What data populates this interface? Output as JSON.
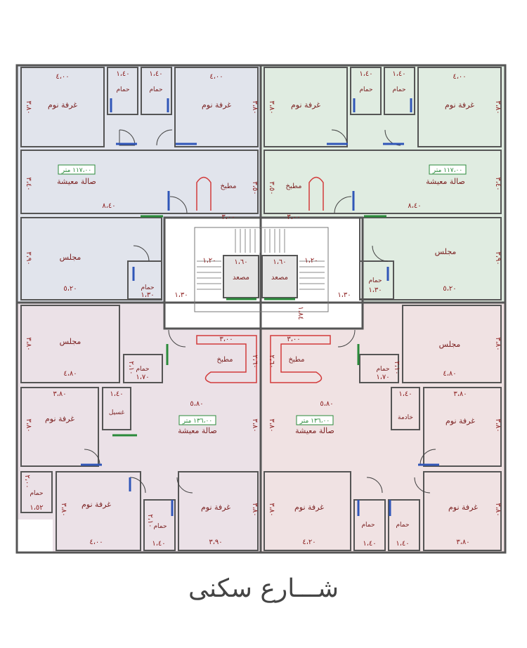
{
  "colors": {
    "top_left_fill": "#e1e4ec",
    "top_right_fill": "#e0ece1",
    "bottom_left_fill": "#ebe1e7",
    "bottom_right_fill": "#f0e2e3",
    "wall": "#555555",
    "label_text": "#7a1f1f",
    "dimension_text": "#8a1a1a",
    "door_swing": "#444444",
    "window_blue": "#3056b8",
    "window_green": "#2a8a3a",
    "highlight": "#d23b3b"
  },
  "apartments": {
    "top_left": {
      "bedroom_1": {
        "name": "غرفة نوم",
        "width": "٤،٠٠",
        "depth": "٣،٨٠"
      },
      "bathroom_1": {
        "name": "حمام",
        "width": "١،٤٠"
      },
      "bathroom_2": {
        "name": "حمام",
        "width": "١،٤٠"
      },
      "bedroom_2": {
        "name": "غرفة نوم",
        "width": "٤،٠٠",
        "depth": "٣،٨٠"
      },
      "living": {
        "name": "صالة معيشة",
        "area": "١١٧،٠٠ متر",
        "depth": "٣،٤٠",
        "width": "٨،٤٠"
      },
      "kitchen": {
        "name": "مطبخ",
        "depth": "٣،٥٠",
        "width": "٣،٠٠"
      },
      "majlis": {
        "name": "مجلس",
        "depth": "٣،٩٠",
        "width": "٥،٢٠"
      },
      "bathroom_3": {
        "name": "حمام",
        "width": "١،٣٠"
      }
    },
    "top_right": {
      "bedroom_1": {
        "name": "غرفة نوم",
        "depth": "٣،٨٠"
      },
      "bathroom_1": {
        "name": "حمام",
        "width": "١،٤٠"
      },
      "bathroom_2": {
        "name": "حمام",
        "width": "١،٤٠"
      },
      "bedroom_2": {
        "name": "غرفة نوم",
        "width": "٤،٠٠",
        "depth": "٣،٨٠"
      },
      "living": {
        "name": "صالة معيشة",
        "area": "١١٧،٠٠ متر",
        "depth": "٣،٤٠",
        "width": "٨،٤٠"
      },
      "kitchen": {
        "name": "مطبخ",
        "depth": "٣،٥٠",
        "width": "٣،٠٠"
      },
      "majlis": {
        "name": "مجلس",
        "depth": "٣،٩٠",
        "width": "٥،٢٠"
      },
      "bathroom_3": {
        "name": "حمام",
        "width": "١،٣٠"
      }
    },
    "bottom_left": {
      "majlis": {
        "name": "مجلس",
        "depth": "٣،٨٠",
        "width": "٤،٨٠"
      },
      "bathroom_1": {
        "name": "حمام",
        "width": "١،٧٠",
        "depth": "٢،١٠"
      },
      "kitchen": {
        "name": "مطبخ",
        "width": "٣،٠٠",
        "depth": "٢،٦٠"
      },
      "bedroom_1": {
        "name": "غرفة نوم",
        "width": "٣،٨٠",
        "depth": "٣،٨٠"
      },
      "laundry": {
        "name": "غسيل",
        "width": "١،٤٠"
      },
      "living": {
        "name": "صالة معيشة",
        "area": "١٣٦،٠٠ متر",
        "width": "٥،٨٠",
        "depth": "٣،٨٠"
      },
      "bathroom_2": {
        "name": "حمام",
        "width": "١،٥٢",
        "depth": "٢،٠٠"
      },
      "bedroom_2": {
        "name": "غرفة نوم",
        "width": "٤،٠٠",
        "depth": "٣،٨٠"
      },
      "bathroom_3": {
        "name": "حمام",
        "width": "١،٤٠",
        "depth": "٢،١٠"
      },
      "bedroom_3": {
        "name": "غرفة نوم",
        "width": "٣،٩٠",
        "depth": "٣،٨٠"
      }
    },
    "bottom_right": {
      "majlis": {
        "name": "مجلس",
        "depth": "٣،٨٠",
        "width": "٤،٨٠"
      },
      "bathroom_1": {
        "name": "حمام",
        "width": "١،٧٠",
        "depth": "٢،١٠"
      },
      "kitchen": {
        "name": "مطبخ",
        "width": "٣،٠٠",
        "depth": "٢،٦٠"
      },
      "maid": {
        "name": "خادمة",
        "width": "١،٤٠"
      },
      "bedroom_1": {
        "name": "غرفة نوم",
        "width": "٣،٨٠",
        "depth": "٣،٨٠"
      },
      "living": {
        "name": "صالة معيشة",
        "area": "١٣٦،٠٠ متر",
        "width": "٥،٨٠",
        "depth": "٣،٨٠"
      },
      "bedroom_2": {
        "name": "غرفة نوم",
        "width": "٤،٢٠",
        "depth": "٣،٨٠"
      },
      "bathroom_2": {
        "name": "حمام",
        "width": "١،٤٠"
      },
      "bathroom_3": {
        "name": "حمام",
        "width": "١،٤٠"
      },
      "bedroom_3": {
        "name": "غرفة نوم",
        "width": "٣،٨٠",
        "depth": "٣،٨٠"
      }
    }
  },
  "core": {
    "elevator_left": {
      "name": "مصعد",
      "width": "١،٦٠"
    },
    "elevator_right": {
      "name": "مصعد",
      "width": "١،٦٠"
    },
    "landing_left": "١،٢٠",
    "landing_right": "١،٢٠",
    "lobby_left": "١،٣٠",
    "lobby_right": "١،٣٠",
    "stair_width": "١،٨٤"
  },
  "street": {
    "label": "شـــارع سكنى"
  }
}
